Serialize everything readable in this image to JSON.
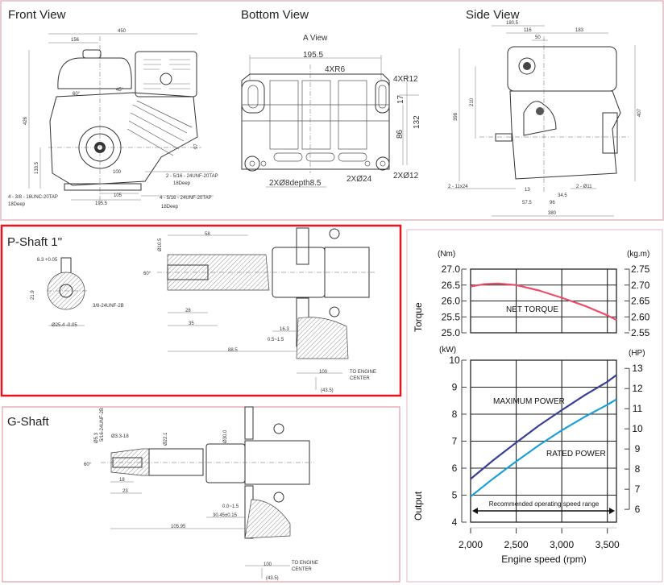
{
  "panels": {
    "front_view": "Front View",
    "bottom_view": "Bottom View",
    "side_view": "Side View",
    "p_shaft": "P-Shaft 1''",
    "g_shaft": "G-Shaft"
  },
  "front": {
    "dims": [
      "450",
      "156",
      "426",
      "133.5",
      "100",
      "105",
      "195.5",
      "97",
      "45°",
      "60°"
    ],
    "notes": [
      "2 - 5/16 - 24UNF-20TAP",
      "18Deep",
      "4 - 3/8 - 16UNC-20TAP",
      "18Deep",
      "4 - 5/16 - 24UNF-20TAP",
      "18Deep"
    ]
  },
  "bottom": {
    "subtitle": "A View",
    "dims": [
      "195.5",
      "4XR6",
      "4XR12",
      "17",
      "132",
      "86",
      "2XØ8depth8.5",
      "2XØ24",
      "2XØ12"
    ]
  },
  "side": {
    "dims": [
      "180.5",
      "116",
      "183",
      "50",
      "398",
      "210",
      "407",
      "2 - 11x24",
      "13",
      "2 - Ø11",
      "34.5",
      "96",
      "57.5",
      "380"
    ]
  },
  "p_shaft": {
    "dims": [
      "58",
      "Ø10.5",
      "60°",
      "28",
      "35",
      "88.5",
      "16.3",
      "0.5~1.5",
      "100",
      "TO ENGINE",
      "CENTER",
      "(43.5)",
      "6.3 +0.05",
      "21.9",
      "3/8-24UNF-2B",
      "Ø25.4 -0.05"
    ]
  },
  "g_shaft": {
    "dims": [
      "5/16-24UNF-2B",
      "Ø5.3",
      "Ø3.3-18",
      "Ø22.1",
      "Ø30.0",
      "60°",
      "18",
      "23",
      "105.95",
      "0.0~1.5",
      "30.45±0.15",
      "100",
      "TO ENGINE",
      "CENTER",
      "(43.5)"
    ]
  },
  "chart_data": {
    "type": "line",
    "xlabel": "Engine speed (rpm)",
    "x_ticks": [
      "2,000",
      "2,500",
      "3,000",
      "3,500"
    ],
    "x_tick_values": [
      2000,
      2500,
      3000,
      3500
    ],
    "xlim": [
      2000,
      3600
    ],
    "torque": {
      "label": "Torque",
      "unit_left": "(Nm)",
      "unit_right": "(kg.m)",
      "ylim": [
        25.0,
        27.0
      ],
      "ticks_left": [
        "27.0",
        "26.5",
        "26.0",
        "25.5",
        "25.0"
      ],
      "tick_values_left": [
        27.0,
        26.5,
        26.0,
        25.5,
        25.0
      ],
      "ticks_right": [
        "2.75",
        "2.70",
        "2.65",
        "2.60",
        "2.55"
      ],
      "tick_values_right": [
        2.75,
        2.7,
        2.65,
        2.6,
        2.55
      ]
    },
    "output": {
      "label": "Output",
      "unit_left": "(kW)",
      "unit_right": "(HP)",
      "ylim": [
        4,
        10
      ],
      "ticks_left": [
        "10",
        "9",
        "8",
        "7",
        "6",
        "5",
        "4"
      ],
      "tick_values_left": [
        10,
        9,
        8,
        7,
        6,
        5,
        4
      ],
      "ticks_right": [
        "13",
        "12",
        "11",
        "10",
        "9",
        "8",
        "7",
        "6"
      ],
      "tick_values_right": [
        13,
        12,
        11,
        10,
        9,
        8,
        7,
        6
      ]
    },
    "series": [
      {
        "name": "NET TORQUE",
        "axis": "torque",
        "color": "#e8506a",
        "x": [
          2000,
          2150,
          2300,
          2500,
          2750,
          3000,
          3250,
          3500,
          3600
        ],
        "y": [
          26.45,
          26.53,
          26.55,
          26.5,
          26.33,
          26.1,
          25.85,
          25.55,
          25.4
        ]
      },
      {
        "name": "MAXIMUM POWER",
        "axis": "output",
        "color": "#3a3f8f",
        "x": [
          2000,
          2250,
          2500,
          2750,
          3000,
          3250,
          3500,
          3600
        ],
        "y": [
          5.6,
          6.3,
          6.95,
          7.58,
          8.15,
          8.7,
          9.2,
          9.45
        ]
      },
      {
        "name": "RATED POWER",
        "axis": "output",
        "color": "#1e9fd0",
        "x": [
          2000,
          2250,
          2500,
          2750,
          3000,
          3250,
          3500,
          3600
        ],
        "y": [
          4.95,
          5.62,
          6.25,
          6.85,
          7.4,
          7.9,
          8.35,
          8.55
        ]
      }
    ],
    "annotation": "Recommended operating speed range",
    "annotation_range": [
      2000,
      3600
    ],
    "grid": true
  }
}
